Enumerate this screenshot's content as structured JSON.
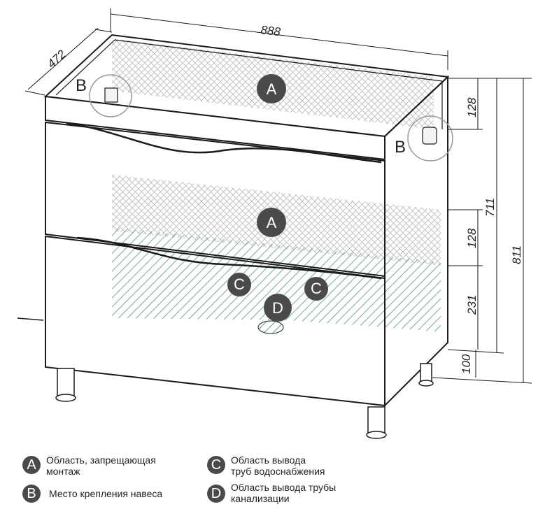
{
  "dimensions": {
    "width": "888",
    "depth": "472",
    "top_zone": "128",
    "inner_height": "711",
    "total_height": "811",
    "drawer_zone": "128",
    "pipe_zone": "231",
    "leg_height": "100"
  },
  "markers": {
    "a": "A",
    "b": "B",
    "c": "C",
    "d": "D"
  },
  "legend": {
    "a_line1": "Область, запрещающая",
    "a_line2": "монтаж",
    "b_text": "Место крепления навеса",
    "c_line1": "Область вывода",
    "c_line2": "труб водоснабжения",
    "d_line1": "Область вывода трубы",
    "d_line2": "канализации"
  },
  "colors": {
    "outline": "#1a1a1a",
    "forbidden_hatch": "#bdbdbd",
    "water_hatch": "#5aa07a",
    "marker_fill": "#4a4a4a"
  }
}
